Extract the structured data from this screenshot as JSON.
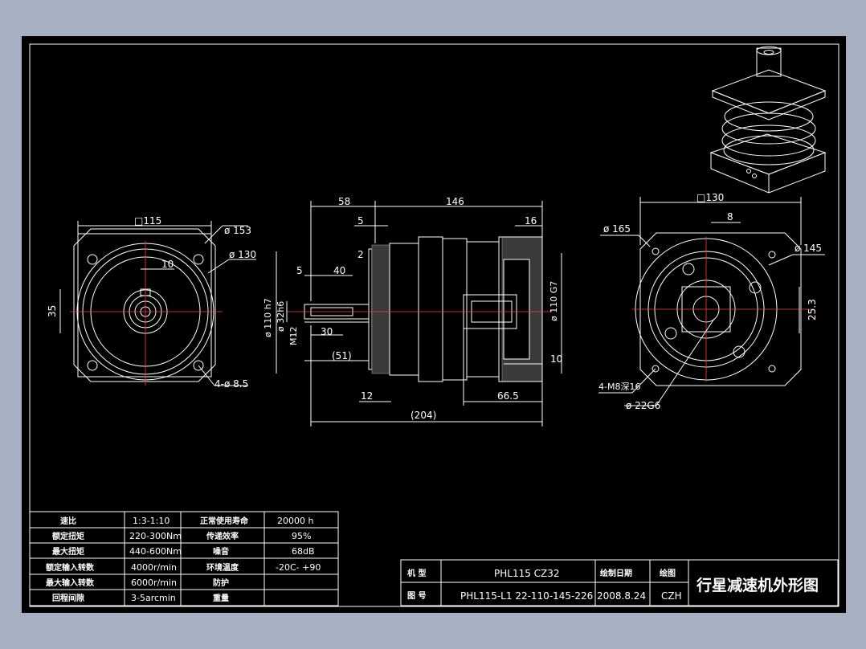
{
  "colors": {
    "background": "#a7b0c2",
    "drawing": "#000000",
    "line": "#ffffff",
    "center_line": "#ff3b3b",
    "hatch": "#7f7f7f"
  },
  "front_view": {
    "square": "□115",
    "d1": "ø 153",
    "d2": "ø 130",
    "key": "10",
    "height": "35",
    "holes": "4-ø 8.5"
  },
  "side_view": {
    "len_shaft": "58",
    "len_body": "146",
    "d5": "5",
    "d16": "16",
    "d2": "2",
    "d40": "40",
    "d5b": "5",
    "shaft_d": "ø 110 h7",
    "key_d": "ø 32h6",
    "thread": "M12",
    "d30": "30",
    "d51": "(51)",
    "d12": "12",
    "d66": "66.5",
    "total": "(204)",
    "d10": "10",
    "bore": "ø 110 G7"
  },
  "rear_view": {
    "square": "□130",
    "d165": "ø 165",
    "d8": "8",
    "d145": "ø 145",
    "d253": "25.3",
    "holes": "4-M8深16",
    "d226": "ø 22G6"
  },
  "spec_table": {
    "rows": [
      {
        "k1": "速比",
        "v1": "1:3-1:10",
        "k2": "正常使用寿命",
        "v2": "20000  h"
      },
      {
        "k1": "额定扭矩",
        "v1": "220-300Nm",
        "k2": "传递效率",
        "v2": "95%"
      },
      {
        "k1": "最大扭矩",
        "v1": "440-600Nm",
        "k2": "噪音",
        "v2": "68dB"
      },
      {
        "k1": "额定输入转数",
        "v1": "4000r/min",
        "k2": "环境温度",
        "v2": "-20C- +90"
      },
      {
        "k1": "最大输入转数",
        "v1": "6000r/min",
        "k2": "防护",
        "v2": ""
      },
      {
        "k1": "回程间隙",
        "v1": "3-5arcmin",
        "k2": "重量",
        "v2": ""
      }
    ]
  },
  "title_block": {
    "model_label": "机  型",
    "model_value": "PHL115  CZ32",
    "drawing_no_label": "图  号",
    "drawing_no_value": "PHL115-L1 22-110-145-226",
    "date_label": "绘制日期",
    "date_value": "2008.8.24",
    "drawer_label": "绘图",
    "drawer_value": "CZH",
    "title": "行星减速机外形图"
  }
}
